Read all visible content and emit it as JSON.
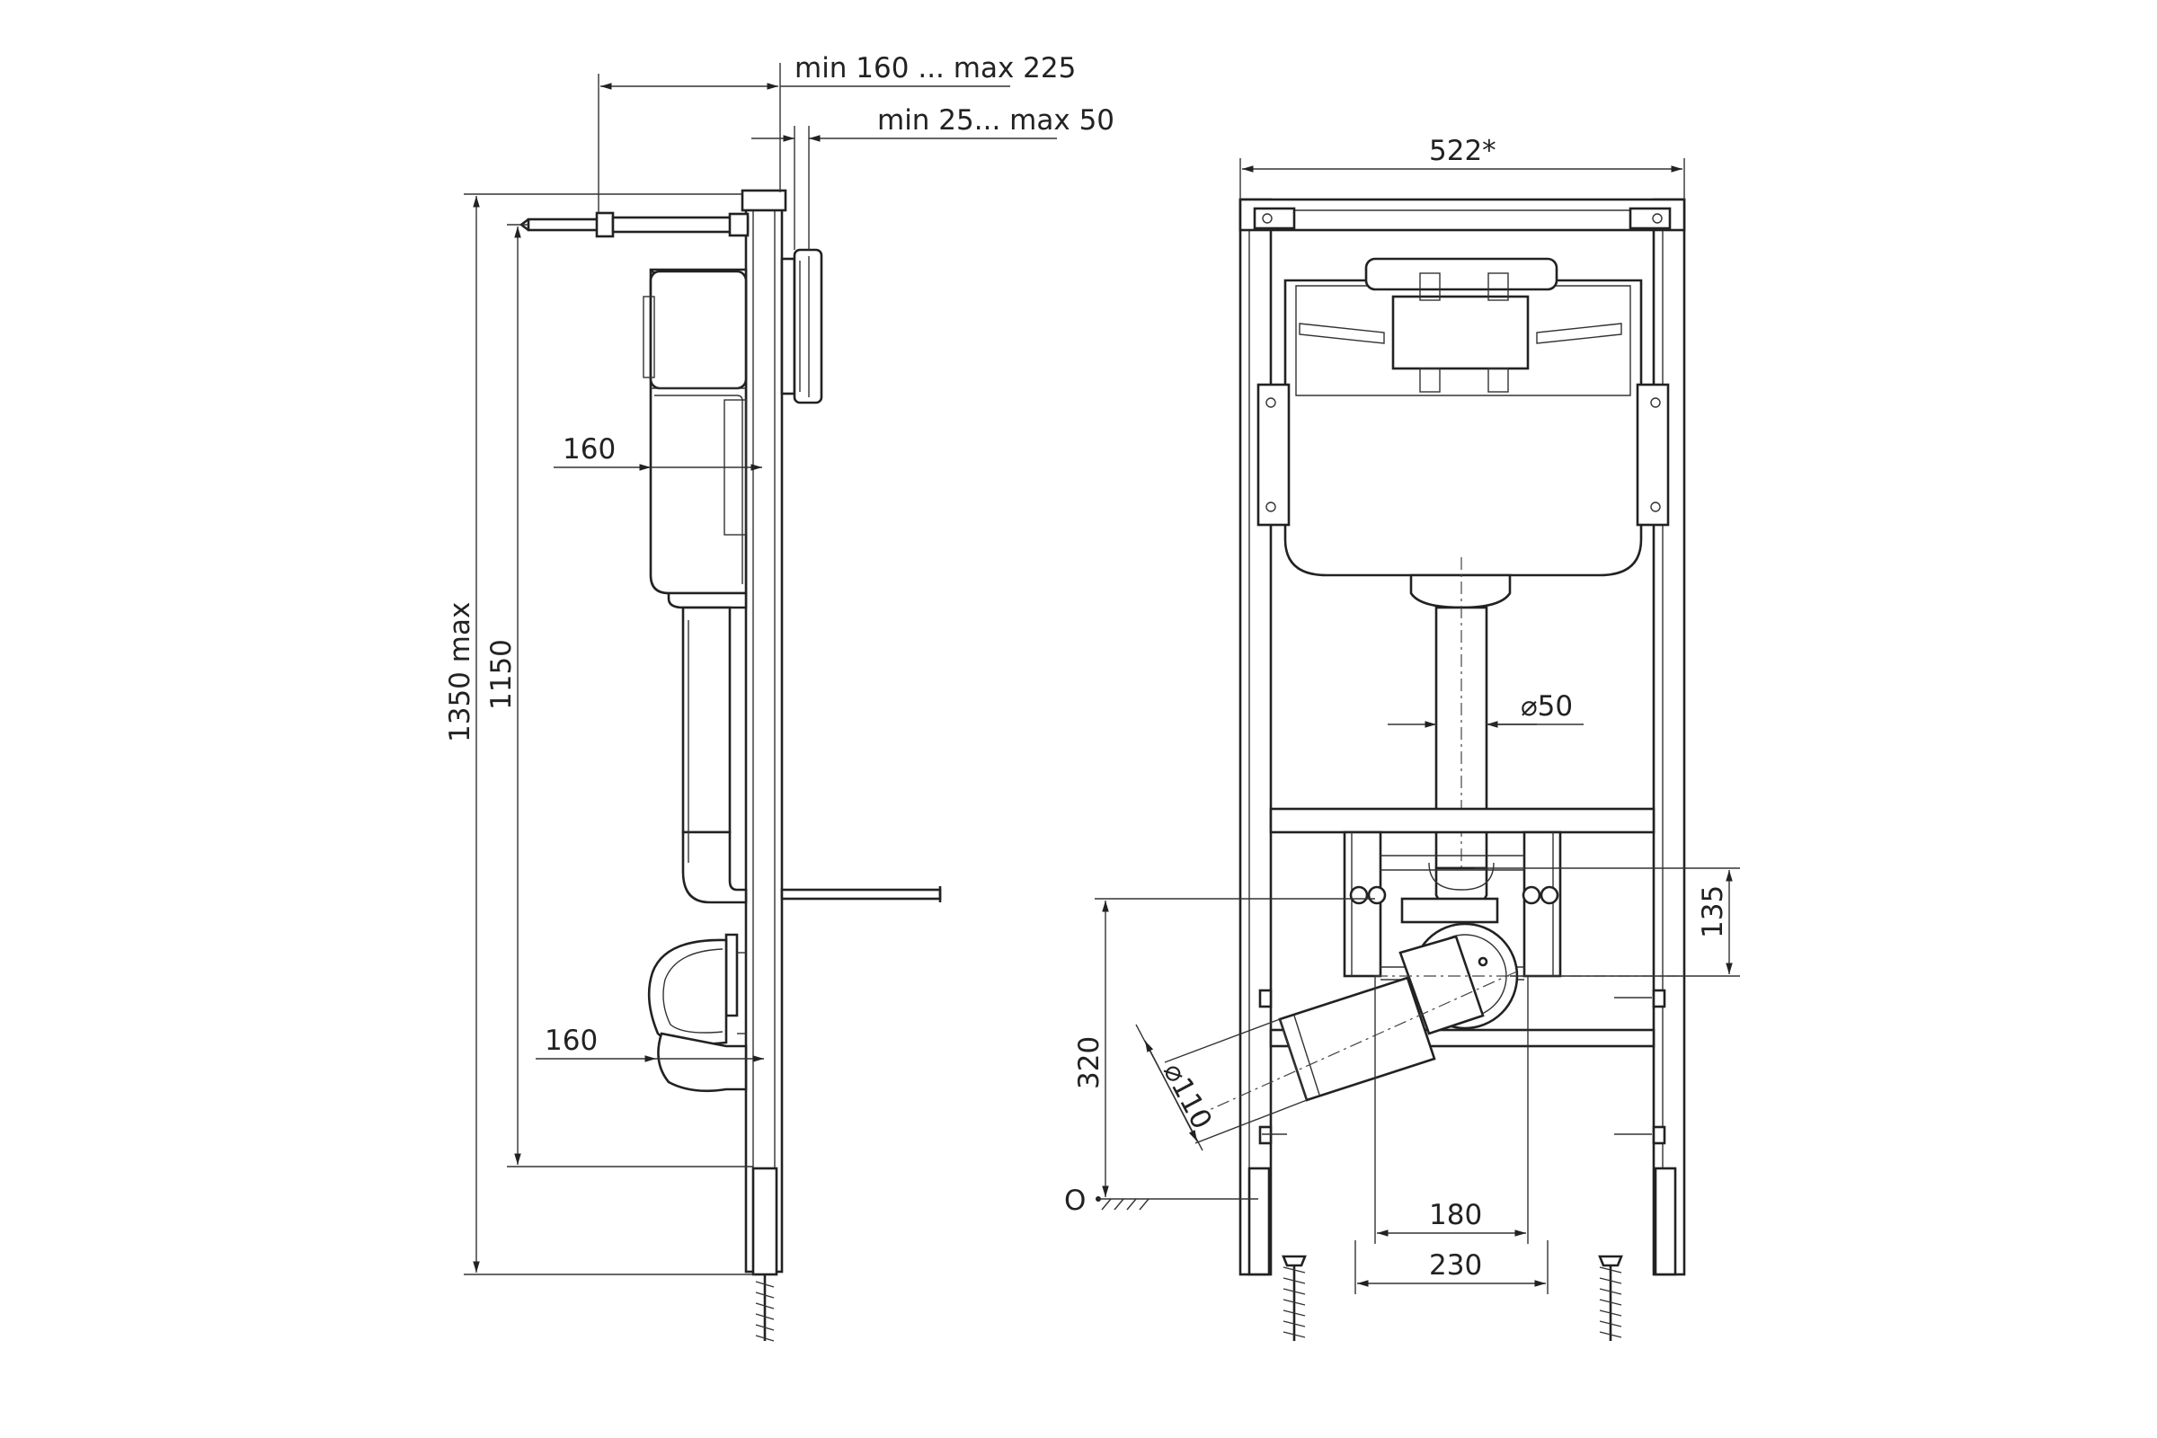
{
  "side_view": {
    "dim_flush_range": "min 160 ... max 225",
    "dim_panel_range": "min 25... max 50",
    "dim_height_max": "1350 max",
    "dim_height": "1150",
    "dim_cistern_depth": "160",
    "dim_outlet_depth": "160"
  },
  "front_view": {
    "dim_width": "522*",
    "dim_flush_pipe": "⌀50",
    "dim_drain_pipe": "⌀110",
    "dim_135": "135",
    "dim_320": "320",
    "dim_180": "180",
    "dim_230": "230",
    "floor_label": "O"
  }
}
